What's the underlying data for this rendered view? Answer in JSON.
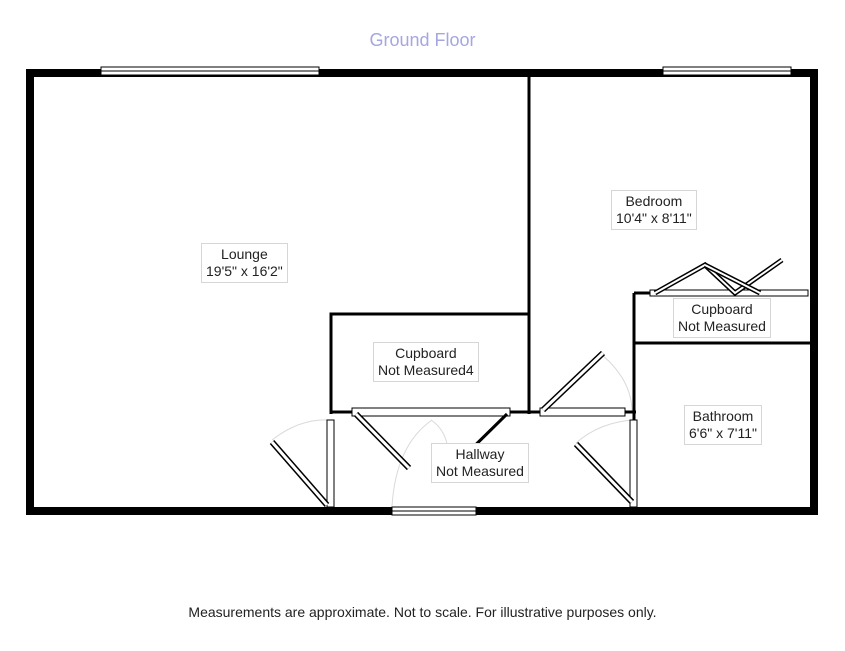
{
  "floor": {
    "title": "Ground Floor",
    "colors": {
      "title": "#a6a6e0",
      "wall": "#000000",
      "label_border": "#d6d6d6",
      "door_arc": "#d9d9d9"
    }
  },
  "rooms": [
    {
      "id": "lounge",
      "name": "Lounge",
      "size": "19'5\" x 16'2\""
    },
    {
      "id": "bedroom",
      "name": "Bedroom",
      "size": "10'4\" x 8'11\""
    },
    {
      "id": "cupboard-bedroom",
      "name": "Cupboard",
      "size": "Not Measured"
    },
    {
      "id": "cupboard-center",
      "name": "Cupboard",
      "size": "Not Measured4"
    },
    {
      "id": "bathroom",
      "name": "Bathroom",
      "size": "6'6\" x 7'11\""
    },
    {
      "id": "hallway",
      "name": "Hallway",
      "size": "Not Measured"
    }
  ],
  "footer": "Measurements are approximate. Not to scale. For illustrative purposes only."
}
